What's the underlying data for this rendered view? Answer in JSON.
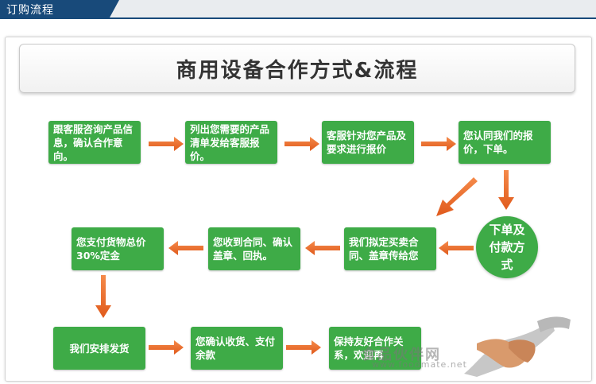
{
  "header": {
    "title": "订购流程"
  },
  "main_title": "商用设备合作方式&流程",
  "steps": {
    "s1": "跟客服咨询产品信息，确认合作意向。",
    "s2": "列出您需要的产品清单发给客服报价。",
    "s3": "客服针对您产品及要求进行报价",
    "s4": "您认同我们的报价，下单。",
    "circle": "下单及付款方式",
    "s6": "我们拟定买卖合同、盖章传给您",
    "s7": "您收到合同、确认盖章、回执。",
    "s8": "您支付货物总价30%定金",
    "s9": "我们安排发货",
    "s10": "您确认收货、支付余款",
    "s11": "保持友好合作关系，欢迎再"
  },
  "watermark": {
    "cn": "食品伙伴网",
    "en": "www.foodmate.net"
  },
  "colors": {
    "header_blue": "#184a7a",
    "step_green": "#3eab47",
    "arrow_orange": "#ec6a2a"
  },
  "icons": {
    "handshake": "handshake-icon"
  }
}
